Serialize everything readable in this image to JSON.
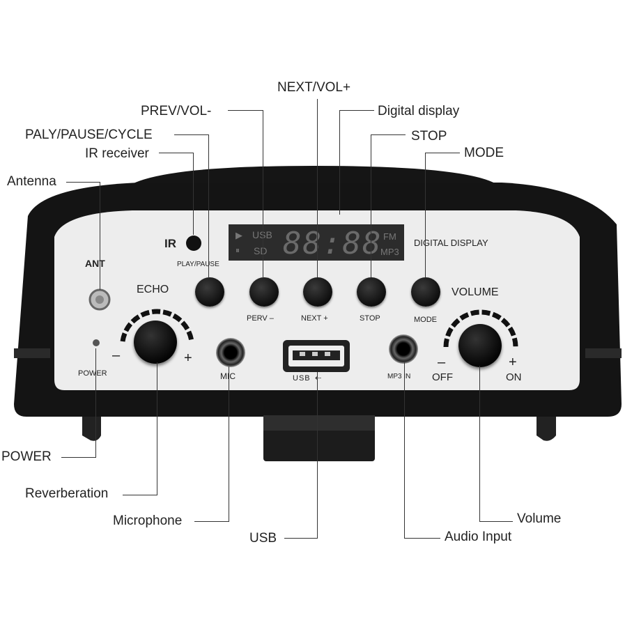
{
  "callouts": {
    "next_vol": "NEXT/VOL+",
    "prev_vol": "PREV/VOL-",
    "digital_display": "Digital display",
    "play_pause_cycle": "PALY/PAUSE/CYCLE",
    "stop": "STOP",
    "ir_receiver": "IR receiver",
    "mode": "MODE",
    "antenna": "Antenna",
    "power": "POWER",
    "reverberation": "Reverberation",
    "microphone": "Microphone",
    "usb": "USB",
    "audio_input": "Audio Input",
    "volume": "Volume"
  },
  "panel": {
    "ir": "IR",
    "ant": "ANT",
    "echo": "ECHO",
    "volume": "VOLUME",
    "digital_display": "DIGITAL DISPLAY",
    "play_pause": "PLAY/PAUSE",
    "perv": "PERV –",
    "next": "NEXT +",
    "stop": "STOP",
    "mode": "MODE",
    "mic": "MIC",
    "usb": "USB",
    "mp3in": "MP3 IN",
    "power": "POWER",
    "minus": "–",
    "plus": "+",
    "off": "OFF",
    "on": "ON"
  },
  "display": {
    "digits": "88:88",
    "usb": "USB",
    "sd": "SD",
    "fm": "FM",
    "mp3": "MP3",
    "play_symbol": "▶",
    "pause_symbol": "⏸"
  },
  "colors": {
    "body": "#111111",
    "panel": "#eeeeee",
    "display_bg": "#2c2c2c",
    "display_text": "#6a6a6a"
  }
}
